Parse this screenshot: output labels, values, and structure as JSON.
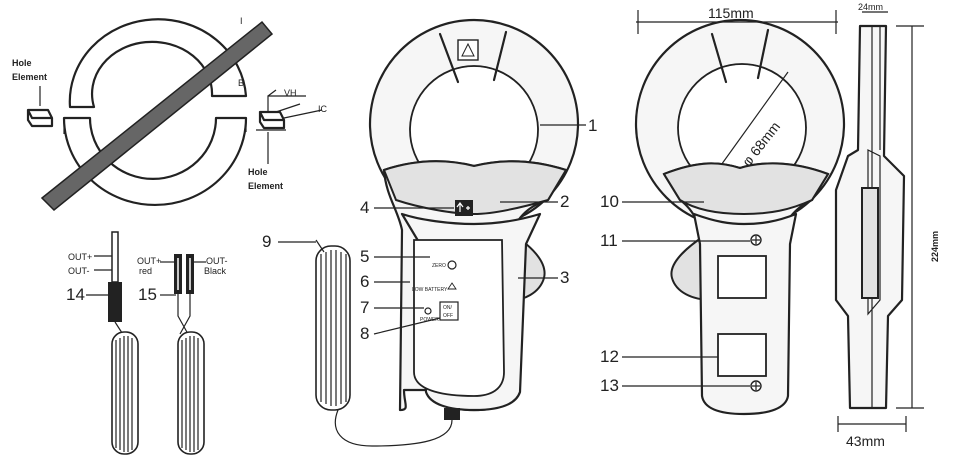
{
  "sensor_diagram": {
    "label_hole_element_left_1": "Hole",
    "label_hole_element_left_2": "Element",
    "label_hole_element_right_1": "Hole",
    "label_hole_element_right_2": "Element",
    "label_i": "I",
    "label_b": "B",
    "label_vh": "VH",
    "label_ic": "IC"
  },
  "connectors": {
    "out_plus": "OUT+",
    "out_minus": "OUT-",
    "out_plus_red_1": "OUT+",
    "out_plus_red_2": "red",
    "out_minus_black_1": "OUT-",
    "out_minus_black_2": "Black",
    "callout_14": "14",
    "callout_15": "15"
  },
  "front_view": {
    "callouts": [
      "1",
      "2",
      "3",
      "4",
      "5",
      "6",
      "7",
      "8",
      "9"
    ],
    "zero_label": "ZERO",
    "low_battery_label": "LOW BATTERY",
    "power_label": "POWER",
    "switch_top": "ON/",
    "switch_bottom": "OFF"
  },
  "back_view": {
    "dim_width": "115mm",
    "dim_diameter": "φ 68mm",
    "callouts": [
      "10",
      "11",
      "12",
      "13"
    ]
  },
  "side_view": {
    "dim_top": "24mm",
    "dim_height": "224mm",
    "dim_bottom": "43mm"
  }
}
